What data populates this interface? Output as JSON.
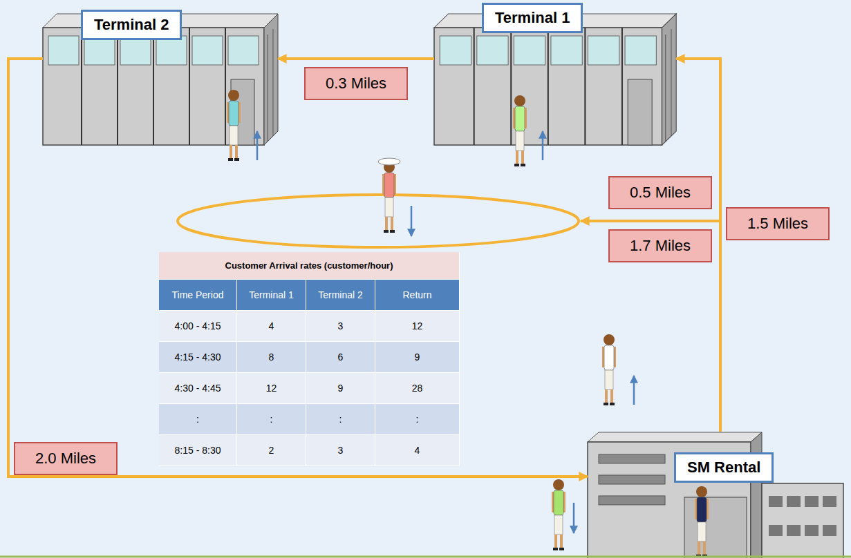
{
  "diagram": {
    "nodes": [
      {
        "text": [
          "Terminal 2"
        ]
      },
      {
        "text": [
          "Terminal 1"
        ]
      },
      {
        "text": [
          "0.3 Miles"
        ]
      },
      {
        "text": [
          "0.5 Miles"
        ]
      },
      {
        "text": [
          "1.5 Miles"
        ]
      },
      {
        "text": [
          "1.7 Miles"
        ]
      },
      {
        "text": [
          "2.0 Miles"
        ]
      },
      {
        "text": [
          "SM Rental"
        ]
      }
    ],
    "edges": [
      {
        "from": 7,
        "to": 1,
        "arrow": "to"
      },
      {
        "from": 1,
        "to": 0,
        "arrow": "to"
      },
      {
        "from": 0,
        "to": 7,
        "arrow": "to"
      }
    ],
    "labels": [
      "Customer Arrival rates (customer/hour)",
      "Time Period",
      "Terminal 1",
      "Terminal 2",
      "Return",
      "4:00 - 4:15",
      "4",
      "3",
      "12",
      "4:15 - 4:30",
      "8",
      "6",
      "9",
      "4:30 - 4:45",
      "12",
      "9",
      "28",
      ":",
      ":",
      ":",
      ":",
      "8:15 - 8:30",
      "2",
      "3",
      "4"
    ]
  }
}
